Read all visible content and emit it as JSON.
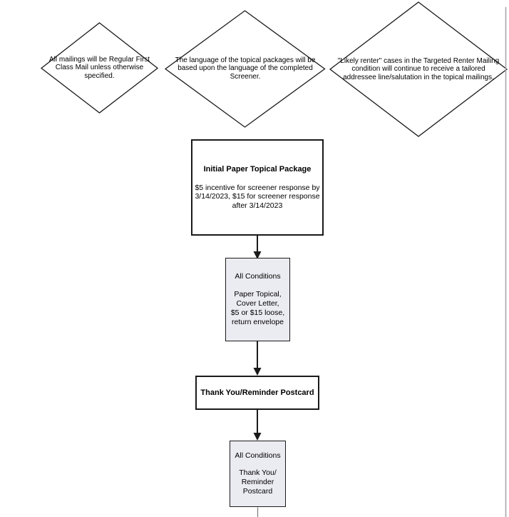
{
  "colors": {
    "line": "#1a1a1a",
    "shaded_bg": "#ebebf2",
    "page_edge": "#a6a6ae",
    "tail": "#7a7a7a"
  },
  "notes": [
    {
      "text": "All mailings will be Regular First Class Mail unless otherwise specified."
    },
    {
      "text": "The language of the topical packages will be based upon the language of the completed Screener."
    },
    {
      "text": "\"Likely renter\" cases in the Targeted Renter Mailing condition will continue to receive a tailored addressee line/salutation in the topical mailings."
    }
  ],
  "flow": {
    "initial_package": {
      "title": "Initial Paper Topical Package",
      "body": "$5 incentive for screener response by 3/14/2023, $15 for screener response after 3/14/2023"
    },
    "all_conditions_paper": {
      "header": "All Conditions",
      "contents": [
        "Paper Topical,",
        "Cover Letter,",
        "$5 or $15 loose,",
        "return envelope"
      ]
    },
    "thank_you_postcard": {
      "title": "Thank You/Reminder Postcard"
    },
    "all_conditions_postcard": {
      "header": "All Conditions",
      "contents": [
        "Thank You/",
        "Reminder",
        "Postcard"
      ]
    }
  }
}
